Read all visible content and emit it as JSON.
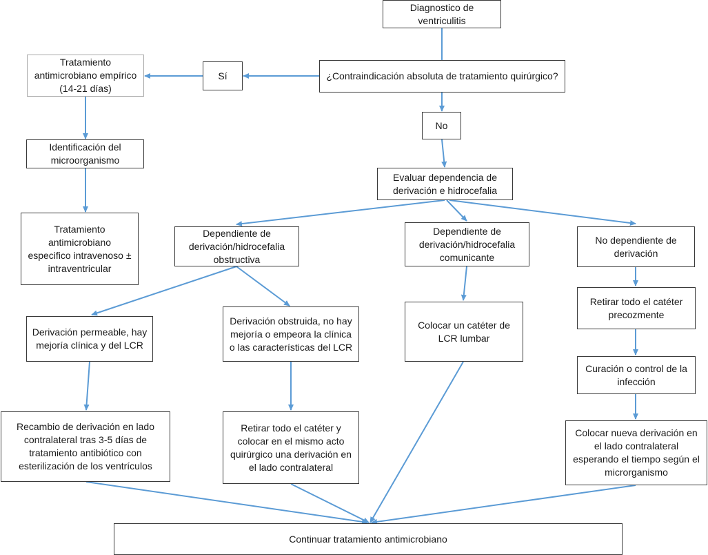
{
  "colors": {
    "arrow": "#5b9bd5",
    "box_border": "#3a3a3a",
    "box_border_light": "#a8a8a8"
  },
  "nodes": {
    "diagnosis": "Diagnostico de ventriculitis",
    "contraindication": "¿Contraindicación absoluta de tratamiento quirúrgico?",
    "yes": "Sí",
    "no": "No",
    "empiric": "Tratamiento antimicrobiano empírico (14-21 días)",
    "identify": "Identificación del microorganismo",
    "specific": "Tratamiento antimicrobiano especifico intravenoso ± intraventricular",
    "evaluate": "Evaluar dependencia de derivación e hidrocefalia",
    "obstructive": "Dependiente de derivación/hidrocefalia obstructiva",
    "communicating": "Dependiente de derivación/hidrocefalia comunicante",
    "not_dependent": "No dependiente de derivación",
    "permeable": "Derivación permeable, hay mejoría clínica y del LCR",
    "obstructed": "Derivación obstruida, no hay mejoría o empeora la clínica o las características del LCR",
    "lumbar": "Colocar un catéter de LCR lumbar",
    "remove_early": "Retirar todo el catéter precozmente",
    "replace_contralateral": "Recambio de derivación en lado contralateral tras 3-5 días de tratamiento antibiótico con esterilización de los ventrículos",
    "remove_same_act": "Retirar todo el catéter y colocar en el mismo acto quirúrgico una derivación en el lado contralateral",
    "cure": "Curación o control de la infección",
    "new_shunt": "Colocar nueva derivación en el lado contralateral esperando el tiempo según el microrganismo",
    "continue": "Continuar tratamiento antimicrobiano"
  }
}
